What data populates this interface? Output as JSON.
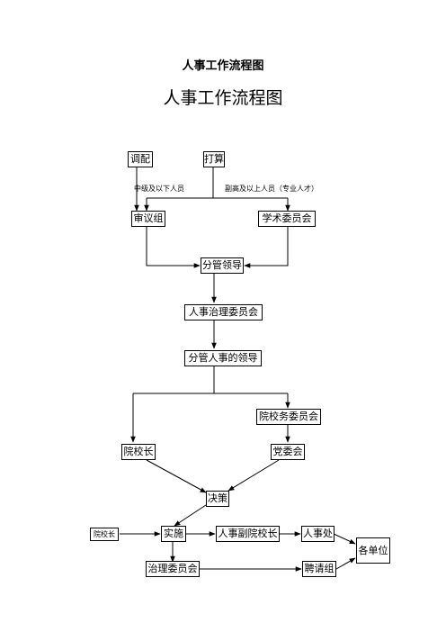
{
  "header": {
    "title_small": "人事工作流程图",
    "title_large": "人事工作流程图"
  },
  "nodes": {
    "diaopei": "调配",
    "dasuan": "打算",
    "shenyizu": "审议组",
    "xueshu": "学术委员会",
    "fenguan": "分管领导",
    "zhili_wyh": "人事治理委员会",
    "fenguan_renshi": "分管人事的领导",
    "yuanxiaowu": "院校务委员会",
    "yuanxiaozhang": "院校长",
    "dangweihui": "党委会",
    "juece": "决策",
    "yuanxiaozhang2": "院校长",
    "shishi": "实施",
    "renshi_fu": "人事副院校长",
    "renshichu": "人事处",
    "gedanwei": "各单位",
    "zhili_wy": "治理委员会",
    "pinqing": "聘请组"
  },
  "edge_labels": {
    "mid_low": "中级及以下人员",
    "senior": "副高及以上人员（专业人才）"
  }
}
